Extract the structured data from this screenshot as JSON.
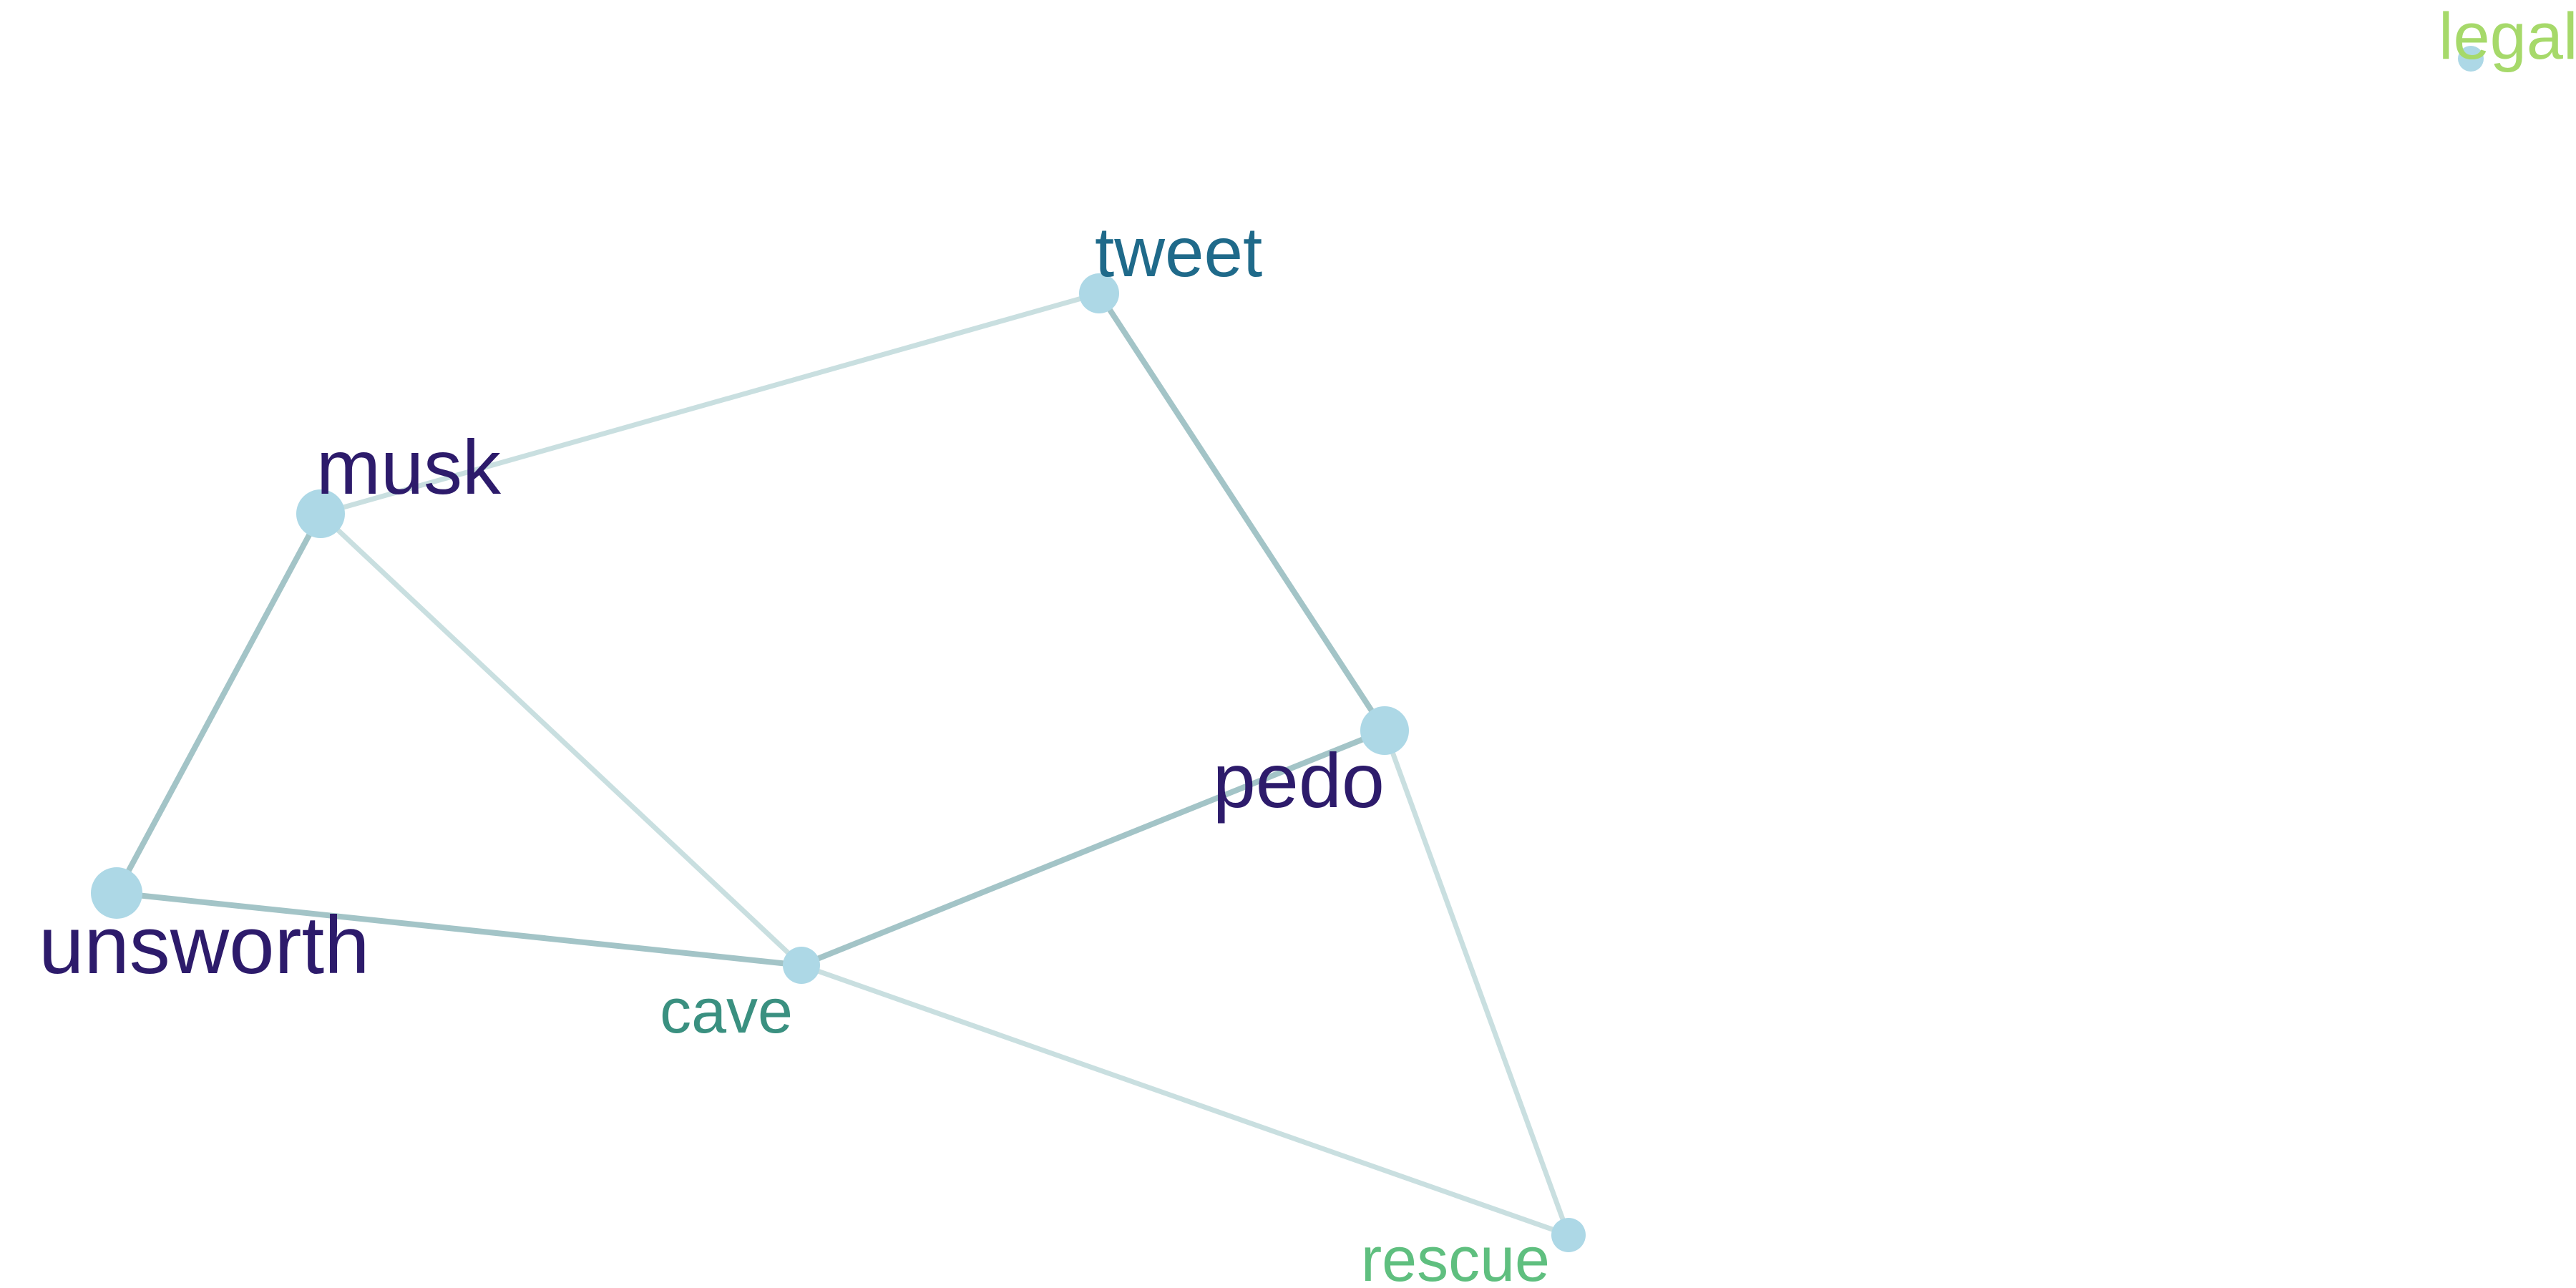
{
  "graph": {
    "nodes": [
      {
        "id": "legal",
        "label": "legal",
        "label_color": "#a6d96a",
        "fill": "#add8e6",
        "weight": 1
      },
      {
        "id": "tweet",
        "label": "tweet",
        "label_color": "#1f6a8a",
        "fill": "#add8e6",
        "weight": 2
      },
      {
        "id": "musk",
        "label": "musk",
        "label_color": "#2d1b6b",
        "fill": "#add8e6",
        "weight": 3
      },
      {
        "id": "pedo",
        "label": "pedo",
        "label_color": "#2d1b6b",
        "fill": "#add8e6",
        "weight": 3
      },
      {
        "id": "unsworth",
        "label": "unsworth",
        "label_color": "#2d1b6b",
        "fill": "#add8e6",
        "weight": 3
      },
      {
        "id": "cave",
        "label": "cave",
        "label_color": "#3a9080",
        "fill": "#add8e6",
        "weight": 2
      },
      {
        "id": "rescue",
        "label": "rescue",
        "label_color": "#5fbf7f",
        "fill": "#add8e6",
        "weight": 1
      }
    ],
    "edges": [
      {
        "source": "musk",
        "target": "tweet",
        "strength": "weak",
        "color": "#c9dfe0"
      },
      {
        "source": "tweet",
        "target": "pedo",
        "strength": "strong",
        "color": "#a3c4c7"
      },
      {
        "source": "musk",
        "target": "unsworth",
        "strength": "strong",
        "color": "#a3c4c7"
      },
      {
        "source": "musk",
        "target": "cave",
        "strength": "weak",
        "color": "#c9dfe0"
      },
      {
        "source": "unsworth",
        "target": "cave",
        "strength": "strong",
        "color": "#a3c4c7"
      },
      {
        "source": "cave",
        "target": "pedo",
        "strength": "strong",
        "color": "#a3c4c7"
      },
      {
        "source": "cave",
        "target": "rescue",
        "strength": "weak",
        "color": "#c9dfe0"
      },
      {
        "source": "pedo",
        "target": "rescue",
        "strength": "weak",
        "color": "#c9dfe0"
      }
    ]
  }
}
